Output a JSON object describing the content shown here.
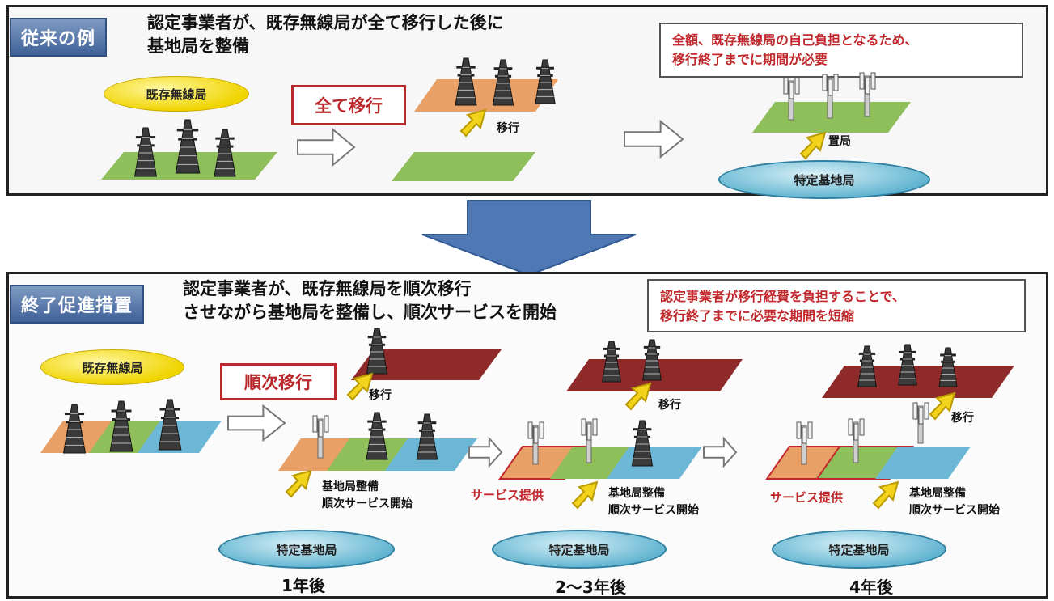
{
  "conventional": {
    "tag": "従来の例",
    "heading_line1": "認定事業者が、既存無線局が全て移行した後に",
    "heading_line2": "基地局を整備",
    "note_line1": "全額、既存無線局の自己負担となるため、",
    "note_line2": "移行終了までに期間が必要",
    "existing_station": "既存無線局",
    "move_all": "全て移行",
    "move": "移行",
    "set_up": "置局",
    "specific_base_station": "特定基地局"
  },
  "promotion": {
    "tag": "終了促進措置",
    "heading_line1": "認定事業者が、既存無線局を順次移行",
    "heading_line2": "させながら基地局を整備し、順次サービスを開始",
    "note_line1": "認定事業者が移行経費を負担することで、",
    "note_line2": "移行終了までに必要な期間を短縮",
    "existing_station": "既存無線局",
    "gradual_move": "順次移行",
    "move_1": "移行",
    "move_2": "移行",
    "move_3": "移行",
    "build_1": "基地局整備",
    "start_1": "順次サービス開始",
    "build_2": "基地局整備",
    "start_2": "順次サービス開始",
    "build_3": "基地局整備",
    "start_3": "順次サービス開始",
    "service_1": "サービス提供",
    "service_2": "サービス提供",
    "specific_base_station_1": "特定基地局",
    "specific_base_station_2": "特定基地局",
    "specific_base_station_3": "特定基地局",
    "year_1": "1年後",
    "year_2": "2～3年後",
    "year_3": "4年後"
  },
  "colors": {
    "green": "#8fbf5a",
    "orange": "#e9a066",
    "blue": "#6db7d6",
    "darkred": "#8e2a2a",
    "red": "#c0282c",
    "arrow_yellow": "#f2d21a",
    "big_arrow": "#4f79b5"
  }
}
